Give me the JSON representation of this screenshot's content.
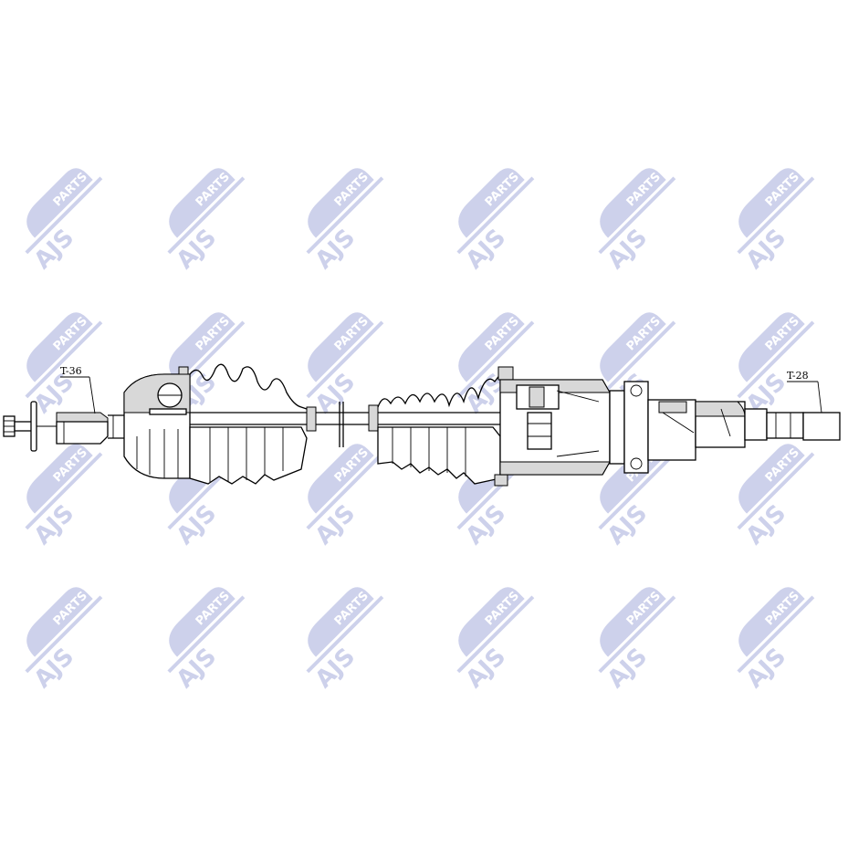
{
  "watermark": {
    "brand": "AJS",
    "suffix": "PARTS",
    "color": "#c5c9e8"
  },
  "labels": {
    "outer_thread": "T-36",
    "inner_thread": "T-28"
  }
}
